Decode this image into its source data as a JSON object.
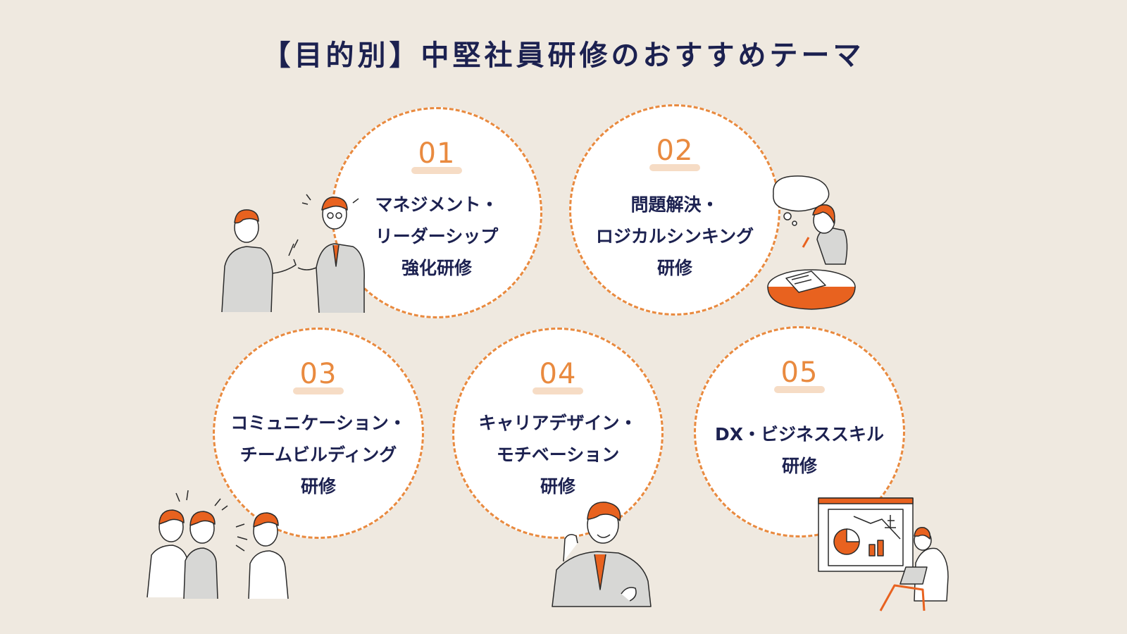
{
  "title": "【目的別】中堅社員研修のおすすめテーマ",
  "colors": {
    "background": "#efe9e0",
    "accent": "#e98a3f",
    "text": "#1c2150"
  },
  "themes": [
    {
      "num": "01",
      "lines": [
        "マネジメント・",
        "リーダーシップ",
        "強化研修"
      ]
    },
    {
      "num": "02",
      "lines": [
        "問題解決・",
        "ロジカルシンキング",
        "研修"
      ]
    },
    {
      "num": "03",
      "lines": [
        "コミュニケーション・",
        "チームビルディング",
        "研修"
      ]
    },
    {
      "num": "04",
      "lines": [
        "キャリアデザイン・",
        "モチベーション",
        "研修"
      ]
    },
    {
      "num": "05",
      "lines": [
        "DX・ビジネススキル",
        "研修"
      ]
    }
  ],
  "illustrations": [
    "handshake-people",
    "thinking-woman",
    "team-group",
    "motivated-man",
    "dx-laptop-man"
  ]
}
